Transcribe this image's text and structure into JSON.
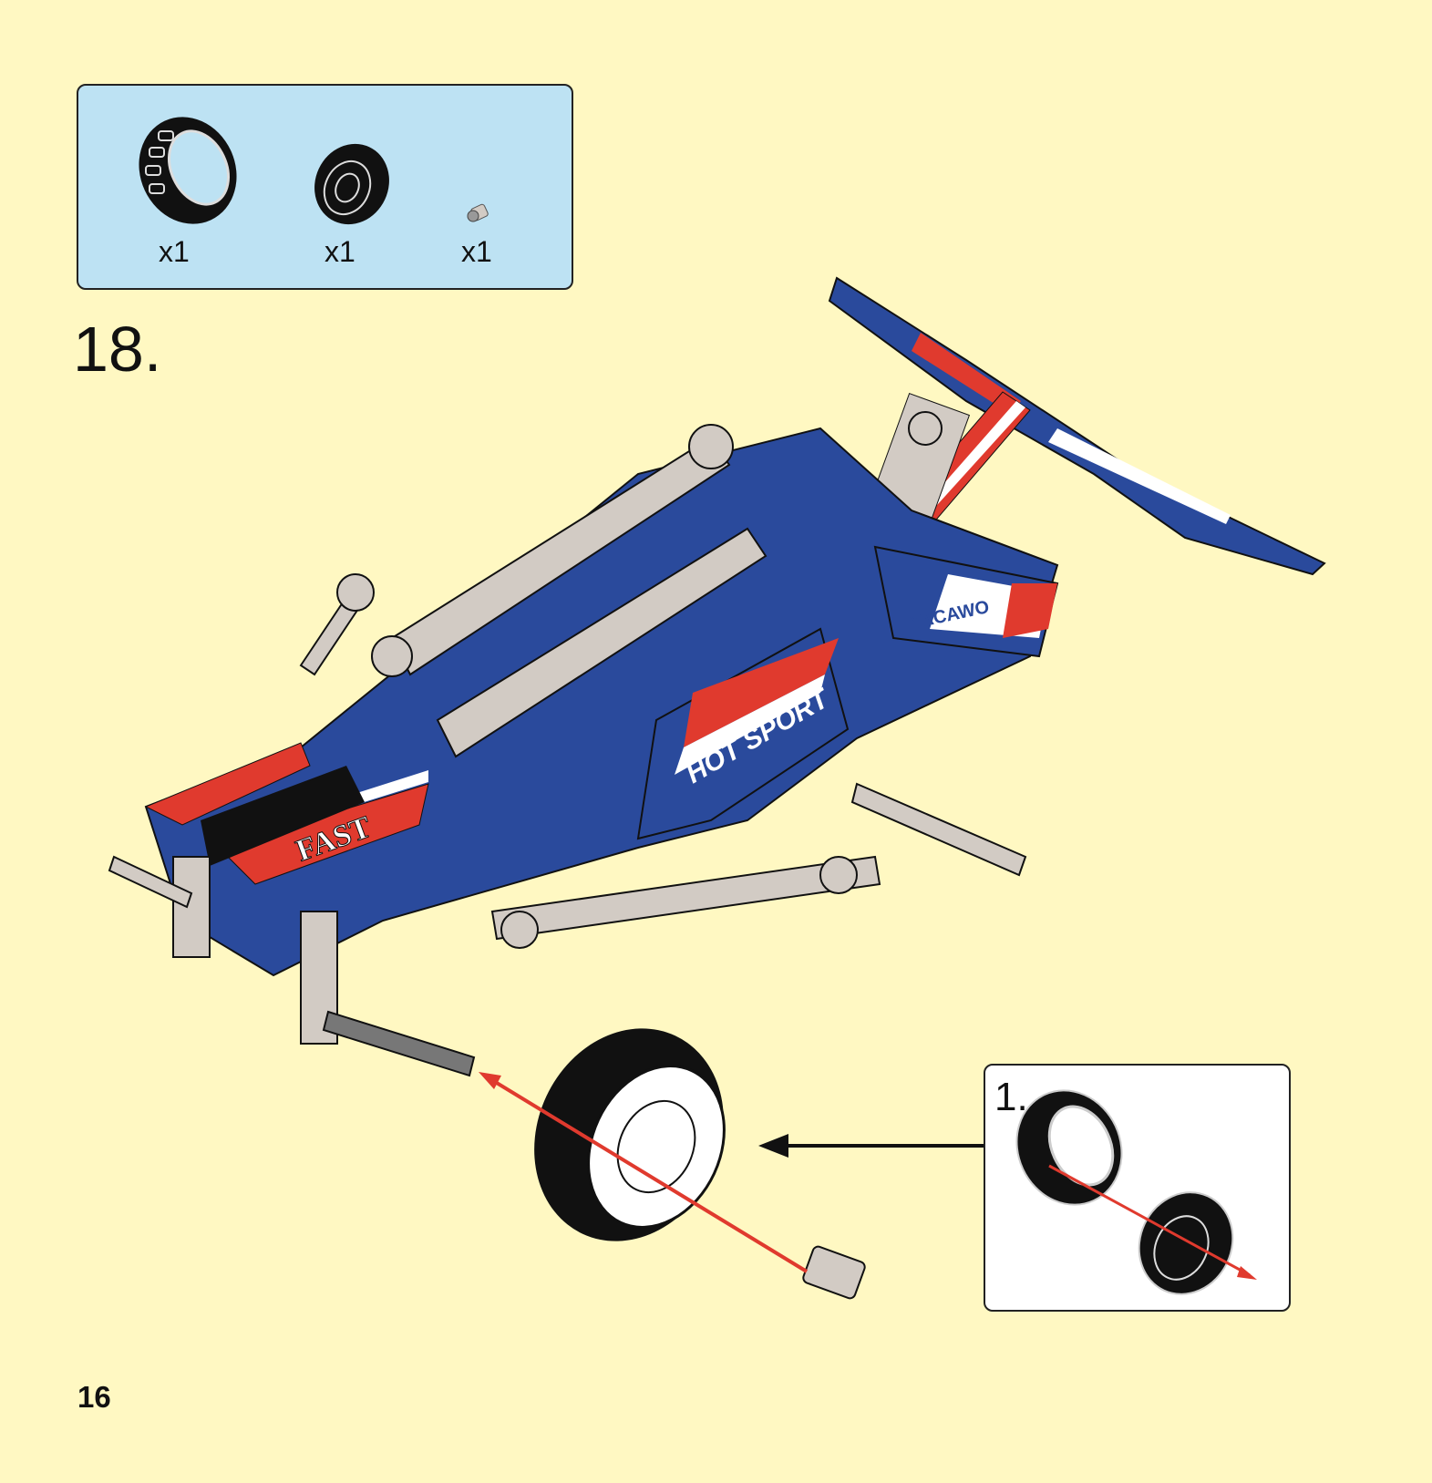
{
  "parts_box": {
    "parts": [
      {
        "name": "tire",
        "quantity": "x1"
      },
      {
        "name": "rim",
        "quantity": "x1"
      },
      {
        "name": "bush",
        "quantity": "x1"
      }
    ]
  },
  "step": {
    "number": "18."
  },
  "sub_assembly": {
    "step": "1."
  },
  "page": {
    "number": "16"
  },
  "decals": {
    "front": "FAST",
    "side": "HOT SPORT",
    "brand": "YACAWO"
  },
  "colors": {
    "background": "#fff8c2",
    "parts_box": "#bde2f3",
    "blue": "#2a4a9c",
    "red": "#e03a2e",
    "grey": "#d2cbc4",
    "arrow": "#e03a2e"
  }
}
